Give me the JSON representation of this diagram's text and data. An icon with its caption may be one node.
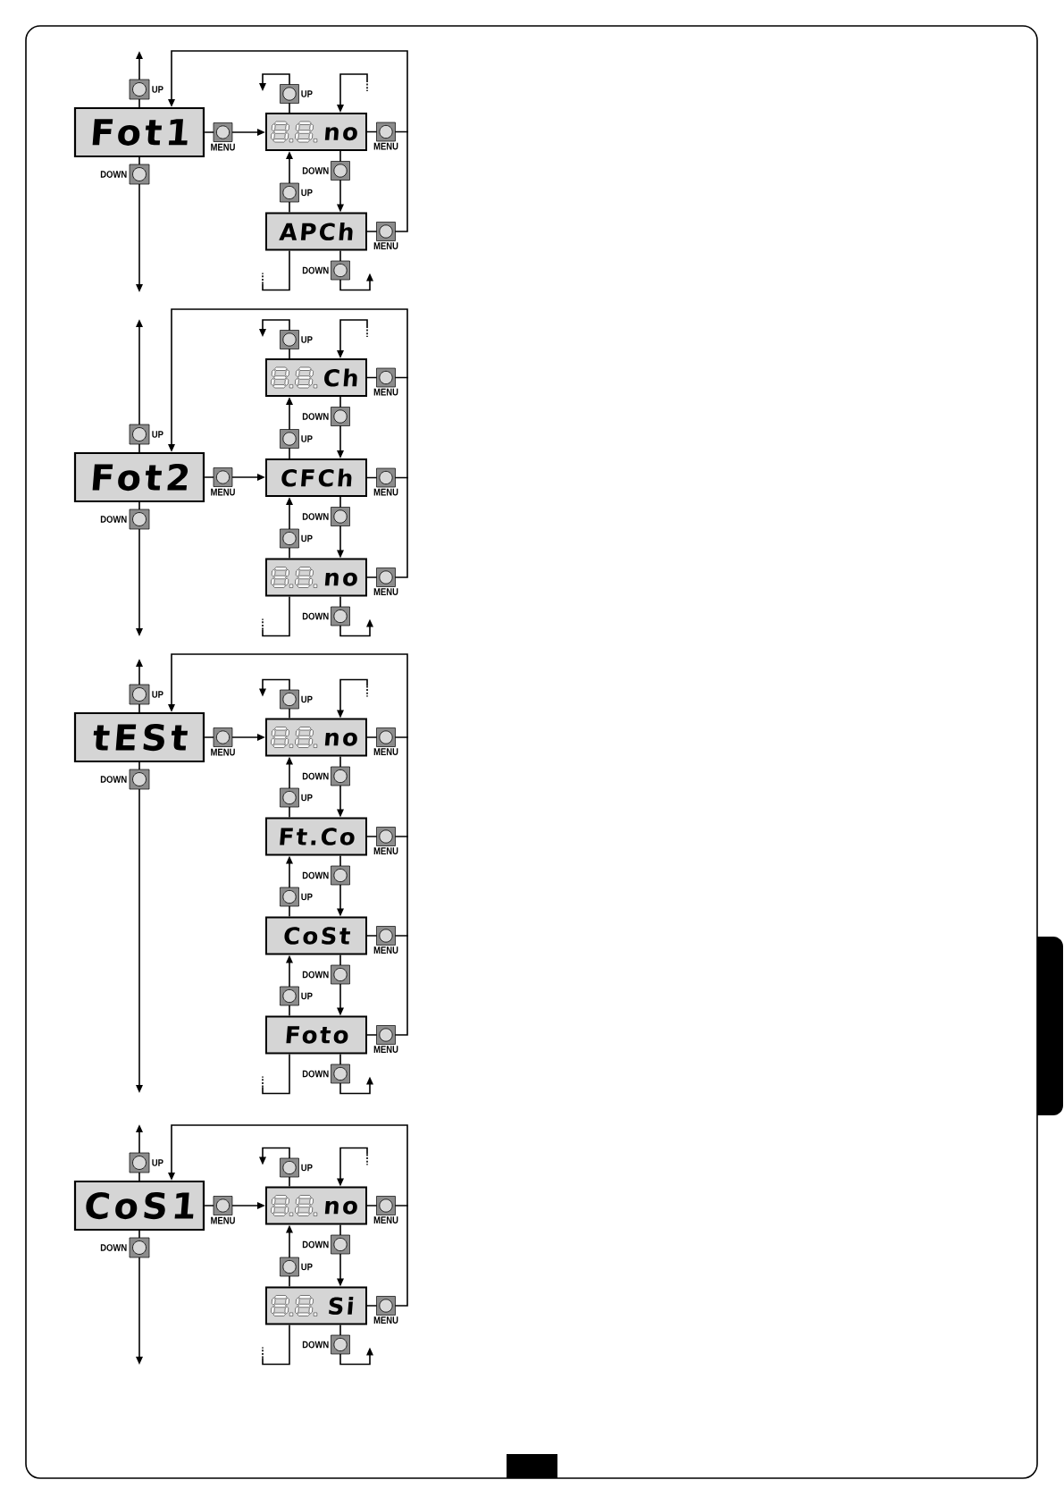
{
  "diagram": {
    "nodes": [
      {
        "text": [
          "Fot1"
        ]
      },
      {
        "text": [
          "no"
        ]
      },
      {
        "text": [
          "APCh"
        ]
      },
      {
        "text": [
          "Fot2"
        ]
      },
      {
        "text": [
          "Ch"
        ]
      },
      {
        "text": [
          "CFCh"
        ]
      },
      {
        "text": [
          "no"
        ]
      },
      {
        "text": [
          "tESt"
        ]
      },
      {
        "text": [
          "no"
        ]
      },
      {
        "text": [
          "Ft.Co"
        ]
      },
      {
        "text": [
          "CoSt"
        ]
      },
      {
        "text": [
          "Foto"
        ]
      },
      {
        "text": [
          "CoS1"
        ]
      },
      {
        "text": [
          "no"
        ]
      },
      {
        "text": [
          "Si"
        ]
      }
    ],
    "edges": [
      {
        "from": 0,
        "to": null,
        "arrow": "to",
        "label": "UP"
      },
      {
        "from": 0,
        "to": null,
        "arrow": "to",
        "label": "DOWN"
      },
      {
        "from": 0,
        "to": 1,
        "arrow": "to",
        "label": "MENU"
      },
      {
        "from": 1,
        "to": null,
        "arrow": "to",
        "label": "UP"
      },
      {
        "from": null,
        "to": 1,
        "arrow": "to"
      },
      {
        "from": 1,
        "to": 2,
        "arrow": "to",
        "label": "DOWN"
      },
      {
        "from": 2,
        "to": 1,
        "arrow": "to",
        "label": "UP"
      },
      {
        "from": 2,
        "to": null,
        "arrow": "to",
        "label": "DOWN"
      },
      {
        "from": null,
        "to": 2,
        "arrow": "none"
      },
      {
        "from": 1,
        "to": 0,
        "arrow": "to",
        "label": "MENU"
      },
      {
        "from": 2,
        "to": 0,
        "arrow": "to",
        "label": "MENU"
      },
      {
        "from": 3,
        "to": null,
        "arrow": "to",
        "label": "UP"
      },
      {
        "from": 3,
        "to": null,
        "arrow": "to",
        "label": "DOWN"
      },
      {
        "from": 3,
        "to": 5,
        "arrow": "to",
        "label": "MENU"
      },
      {
        "from": 4,
        "to": null,
        "arrow": "to",
        "label": "UP"
      },
      {
        "from": null,
        "to": 4,
        "arrow": "to"
      },
      {
        "from": 4,
        "to": 5,
        "arrow": "to",
        "label": "DOWN"
      },
      {
        "from": 5,
        "to": 4,
        "arrow": "to",
        "label": "UP"
      },
      {
        "from": 5,
        "to": 6,
        "arrow": "to",
        "label": "DOWN"
      },
      {
        "from": 6,
        "to": 5,
        "arrow": "to",
        "label": "UP"
      },
      {
        "from": 6,
        "to": null,
        "arrow": "to",
        "label": "DOWN"
      },
      {
        "from": null,
        "to": 6,
        "arrow": "none"
      },
      {
        "from": 4,
        "to": 3,
        "arrow": "to",
        "label": "MENU"
      },
      {
        "from": 5,
        "to": 3,
        "arrow": "to",
        "label": "MENU"
      },
      {
        "from": 6,
        "to": 3,
        "arrow": "to",
        "label": "MENU"
      },
      {
        "from": 7,
        "to": null,
        "arrow": "to",
        "label": "UP"
      },
      {
        "from": 7,
        "to": null,
        "arrow": "to",
        "label": "DOWN"
      },
      {
        "from": 7,
        "to": 8,
        "arrow": "to",
        "label": "MENU"
      },
      {
        "from": 8,
        "to": null,
        "arrow": "to",
        "label": "UP"
      },
      {
        "from": null,
        "to": 8,
        "arrow": "to"
      },
      {
        "from": 8,
        "to": 9,
        "arrow": "to",
        "label": "DOWN"
      },
      {
        "from": 9,
        "to": 8,
        "arrow": "to",
        "label": "UP"
      },
      {
        "from": 9,
        "to": 10,
        "arrow": "to",
        "label": "DOWN"
      },
      {
        "from": 10,
        "to": 9,
        "arrow": "to",
        "label": "UP"
      },
      {
        "from": 10,
        "to": 11,
        "arrow": "to",
        "label": "DOWN"
      },
      {
        "from": 11,
        "to": 10,
        "arrow": "to",
        "label": "UP"
      },
      {
        "from": 11,
        "to": null,
        "arrow": "to",
        "label": "DOWN"
      },
      {
        "from": null,
        "to": 11,
        "arrow": "none"
      },
      {
        "from": 8,
        "to": 7,
        "arrow": "to",
        "label": "MENU"
      },
      {
        "from": 9,
        "to": 7,
        "arrow": "to",
        "label": "MENU"
      },
      {
        "from": 10,
        "to": 7,
        "arrow": "to",
        "label": "MENU"
      },
      {
        "from": 11,
        "to": 7,
        "arrow": "to",
        "label": "MENU"
      },
      {
        "from": 12,
        "to": null,
        "arrow": "to",
        "label": "UP"
      },
      {
        "from": 12,
        "to": null,
        "arrow": "to",
        "label": "DOWN"
      },
      {
        "from": 12,
        "to": 13,
        "arrow": "to",
        "label": "MENU"
      },
      {
        "from": 13,
        "to": null,
        "arrow": "to",
        "label": "UP"
      },
      {
        "from": null,
        "to": 13,
        "arrow": "to"
      },
      {
        "from": 13,
        "to": 14,
        "arrow": "to",
        "label": "DOWN"
      },
      {
        "from": 14,
        "to": 13,
        "arrow": "to",
        "label": "UP"
      },
      {
        "from": 14,
        "to": null,
        "arrow": "to",
        "label": "DOWN"
      },
      {
        "from": null,
        "to": 14,
        "arrow": "none"
      },
      {
        "from": 13,
        "to": 12,
        "arrow": "to",
        "label": "MENU"
      },
      {
        "from": 14,
        "to": 12,
        "arrow": "to",
        "label": "MENU"
      }
    ]
  }
}
